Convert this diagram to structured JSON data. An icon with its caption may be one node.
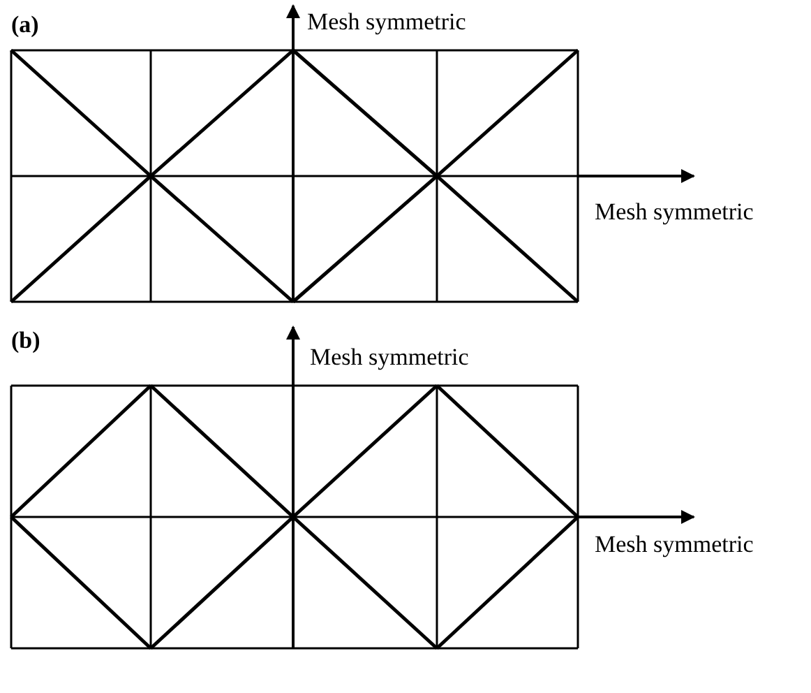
{
  "diagram": {
    "labels": [
      "(a)",
      "Mesh symmetric",
      "Mesh symmetric",
      "(b)",
      "Mesh symmetric",
      "Mesh symmetric"
    ]
  }
}
